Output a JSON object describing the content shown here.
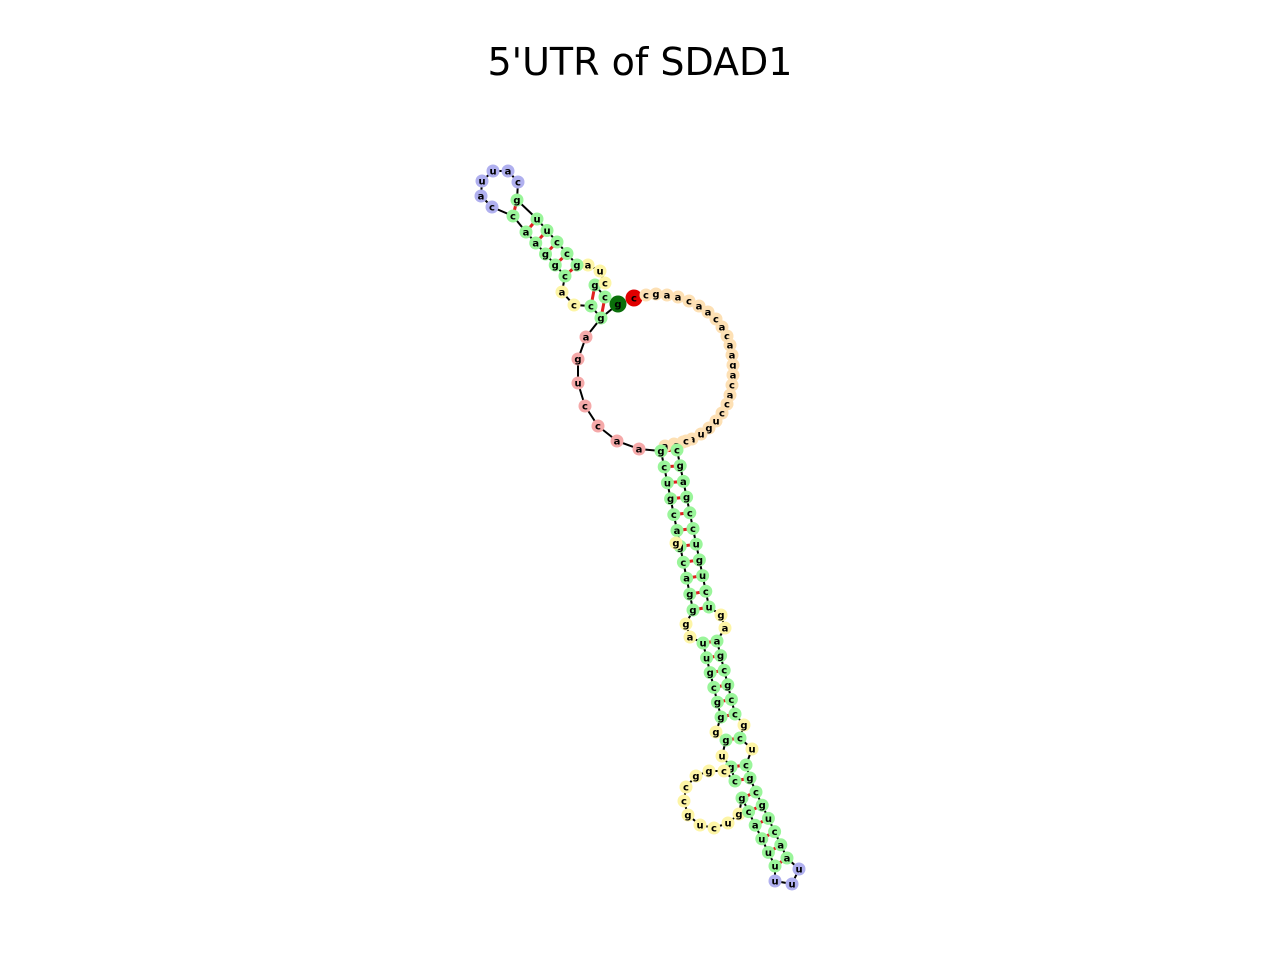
{
  "title": "5'UTR of SDAD1",
  "colors": {
    "stem": "#9af59a",
    "hairpin_loop": "#b0b0ef",
    "interior_loop": "#fdf5a6",
    "multiloop": "#f5a9a9",
    "unpaired_3prime": "#fde0b4",
    "five_prime_marker": "#0a6e0a",
    "three_prime_marker": "#e00000",
    "pair_bar": "#e02020",
    "backbone": "#000000"
  },
  "structure": {
    "top_hairpin_loop": [
      "c",
      "a",
      "u",
      "u",
      "a",
      "c",
      "u"
    ],
    "top_stem_left": [
      "c",
      "g",
      "g",
      "a",
      "a"
    ],
    "top_stem_right": [
      "g",
      "c",
      "c",
      "u",
      "u"
    ],
    "top_interior_loop": [
      "a",
      "u",
      "c",
      "a",
      "c"
    ],
    "top_small_stem_left": [
      "g",
      "c"
    ],
    "top_small_stem_right": [
      "c",
      "g"
    ],
    "multiloop_unpaired": [
      "a",
      "g",
      "u",
      "c",
      "c",
      "a",
      "a"
    ],
    "three_prime_tail": [
      "c",
      "g",
      "a",
      "a",
      "c",
      "a",
      "a",
      "c",
      "a",
      "c",
      "a",
      "a",
      "g",
      "a",
      "c",
      "a",
      "c",
      "c",
      "u",
      "g",
      "u",
      "a",
      "a",
      "a",
      "a",
      "c",
      "c"
    ],
    "long_stem_left": [
      "g",
      "c",
      "u",
      "g",
      "c",
      "a",
      "g",
      "c",
      "a",
      "g",
      "g"
    ],
    "long_stem_right": [
      "c",
      "g",
      "a",
      "g",
      "c",
      "c",
      "u",
      "g",
      "u",
      "c",
      "u"
    ],
    "mid_interior_loop_left": [
      "g",
      "a"
    ],
    "mid_interior_loop_right": [
      "g",
      "a"
    ],
    "middle_stem_left": [
      "u",
      "u",
      "g",
      "c",
      "g",
      "g"
    ],
    "middle_stem_right": [
      "a",
      "g",
      "c",
      "g",
      "c",
      "c"
    ],
    "lower_loop_left": [
      "g",
      "u"
    ],
    "lower_loop_right": [
      "g",
      "u"
    ],
    "big_interior_loop": [
      "c",
      "g",
      "g",
      "c",
      "c",
      "g",
      "u",
      "c",
      "u",
      "g"
    ],
    "bottom_stem_left": [
      "g",
      "c",
      "a",
      "u",
      "u",
      "u"
    ],
    "bottom_stem_right": [
      "c",
      "g",
      "u",
      "c",
      "a",
      "a"
    ],
    "bottom_hairpin_loop": [
      "u",
      "u",
      "u"
    ]
  }
}
